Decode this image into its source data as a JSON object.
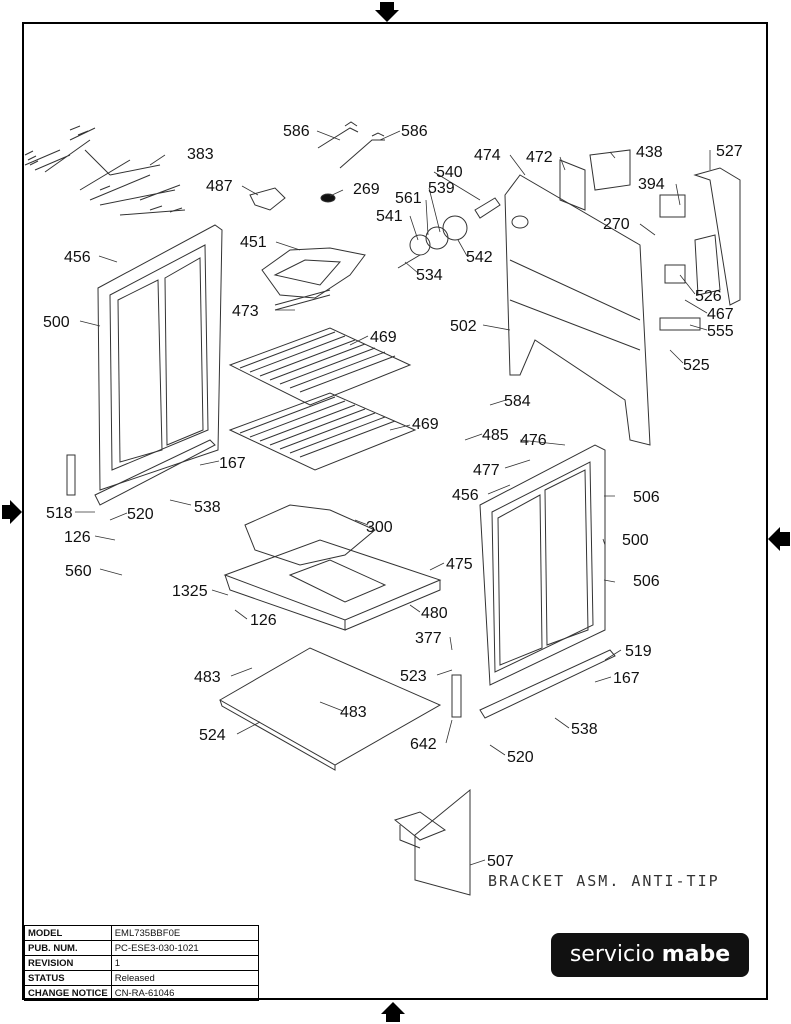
{
  "callouts": [
    {
      "id": "586a",
      "text": "586"
    },
    {
      "id": "586b",
      "text": "586"
    },
    {
      "id": "383",
      "text": "383"
    },
    {
      "id": "487",
      "text": "487"
    },
    {
      "id": "269",
      "text": "269"
    },
    {
      "id": "540",
      "text": "540"
    },
    {
      "id": "474",
      "text": "474"
    },
    {
      "id": "472",
      "text": "472"
    },
    {
      "id": "438",
      "text": "438"
    },
    {
      "id": "527",
      "text": "527"
    },
    {
      "id": "561",
      "text": "561"
    },
    {
      "id": "539",
      "text": "539"
    },
    {
      "id": "394",
      "text": "394"
    },
    {
      "id": "541",
      "text": "541"
    },
    {
      "id": "270",
      "text": "270"
    },
    {
      "id": "451",
      "text": "451"
    },
    {
      "id": "542",
      "text": "542"
    },
    {
      "id": "456a",
      "text": "456"
    },
    {
      "id": "534",
      "text": "534"
    },
    {
      "id": "526",
      "text": "526"
    },
    {
      "id": "467",
      "text": "467"
    },
    {
      "id": "473",
      "text": "473"
    },
    {
      "id": "500a",
      "text": "500"
    },
    {
      "id": "502",
      "text": "502"
    },
    {
      "id": "555",
      "text": "555"
    },
    {
      "id": "469a",
      "text": "469"
    },
    {
      "id": "525",
      "text": "525"
    },
    {
      "id": "584",
      "text": "584"
    },
    {
      "id": "469b",
      "text": "469"
    },
    {
      "id": "485",
      "text": "485"
    },
    {
      "id": "476",
      "text": "476"
    },
    {
      "id": "167a",
      "text": "167"
    },
    {
      "id": "477",
      "text": "477"
    },
    {
      "id": "456b",
      "text": "456"
    },
    {
      "id": "506a",
      "text": "506"
    },
    {
      "id": "538a",
      "text": "538"
    },
    {
      "id": "518",
      "text": "518"
    },
    {
      "id": "520a",
      "text": "520"
    },
    {
      "id": "300",
      "text": "300"
    },
    {
      "id": "126a",
      "text": "126"
    },
    {
      "id": "500b",
      "text": "500"
    },
    {
      "id": "560",
      "text": "560"
    },
    {
      "id": "475",
      "text": "475"
    },
    {
      "id": "506b",
      "text": "506"
    },
    {
      "id": "1325",
      "text": "1325"
    },
    {
      "id": "480",
      "text": "480"
    },
    {
      "id": "126b",
      "text": "126"
    },
    {
      "id": "377",
      "text": "377"
    },
    {
      "id": "519",
      "text": "519"
    },
    {
      "id": "483a",
      "text": "483"
    },
    {
      "id": "523",
      "text": "523"
    },
    {
      "id": "167b",
      "text": "167"
    },
    {
      "id": "483b",
      "text": "483"
    },
    {
      "id": "538b",
      "text": "538"
    },
    {
      "id": "524",
      "text": "524"
    },
    {
      "id": "642",
      "text": "642"
    },
    {
      "id": "520b",
      "text": "520"
    },
    {
      "id": "507",
      "text": "507"
    }
  ],
  "bracket_label": "BRACKET ASM. ANTI-TIP",
  "info": [
    {
      "key": "MODEL",
      "value": "EML735BBF0E"
    },
    {
      "key": "PUB. NUM.",
      "value": "PC-ESE3-030-1021"
    },
    {
      "key": "REVISION",
      "value": "1"
    },
    {
      "key": "STATUS",
      "value": "Released"
    },
    {
      "key": "CHANGE NOTICE",
      "value": "CN-RA-61046"
    }
  ],
  "brand": {
    "light": "servicio",
    "bold": "mabe"
  }
}
